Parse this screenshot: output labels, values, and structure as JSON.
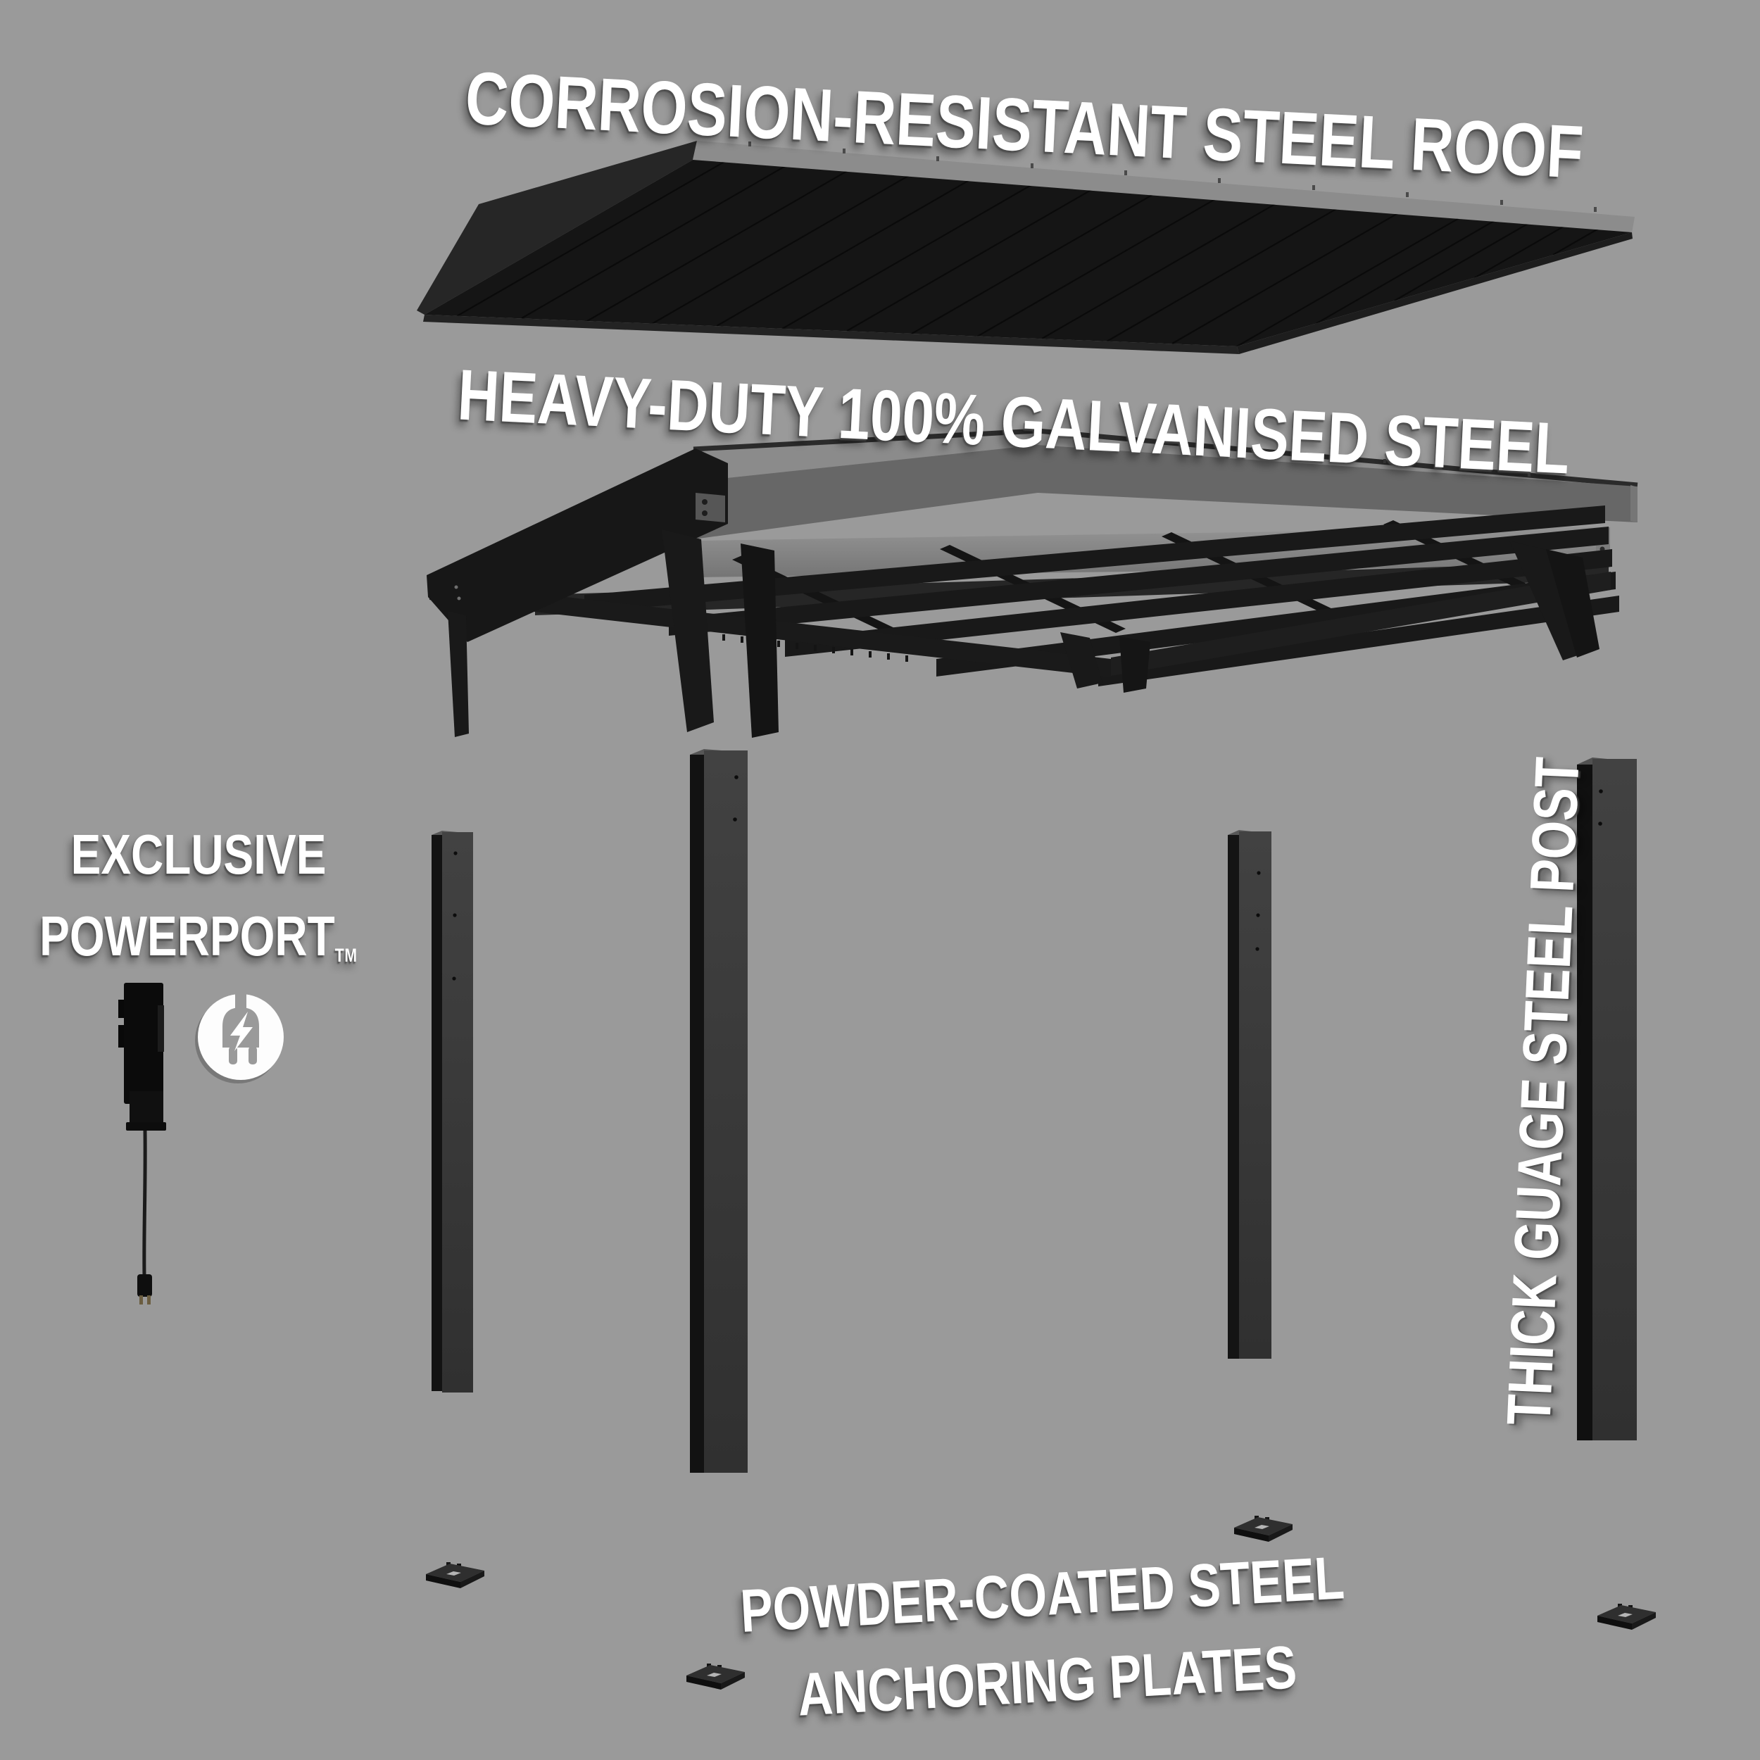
{
  "scene": {
    "background_color": "#9a9a9a",
    "text_color": "#ffffff"
  },
  "labels": {
    "roof": "CORROSION-RESISTANT STEEL ROOF",
    "frame": "HEAVY-DUTY 100% GALVANISED STEEL",
    "powerport_line1": "EXCLUSIVE",
    "powerport_line2": "POWERPORT",
    "powerport_tm": "TM",
    "post_vertical": "THICK GUAGE STEEL POST",
    "plates_line1": "POWDER-COATED STEEL",
    "plates_line2": "ANCHORING PLATES"
  },
  "components": {
    "roof_panel_color": "#151515",
    "roof_fascia_color": "#8c8c8c",
    "frame_top_band_color": "#8b8b8b",
    "frame_fascia_color": "#676767",
    "frame_beam_web_color": "#888888",
    "dark_steel_color": "#171717",
    "post_face_color": "#3a3a3a",
    "post_side_color": "#131313",
    "anchor_plate_color": "#2f2f2f",
    "plug_prong_color": "#6b5d40",
    "post_count": 4,
    "anchor_plate_count": 4
  }
}
